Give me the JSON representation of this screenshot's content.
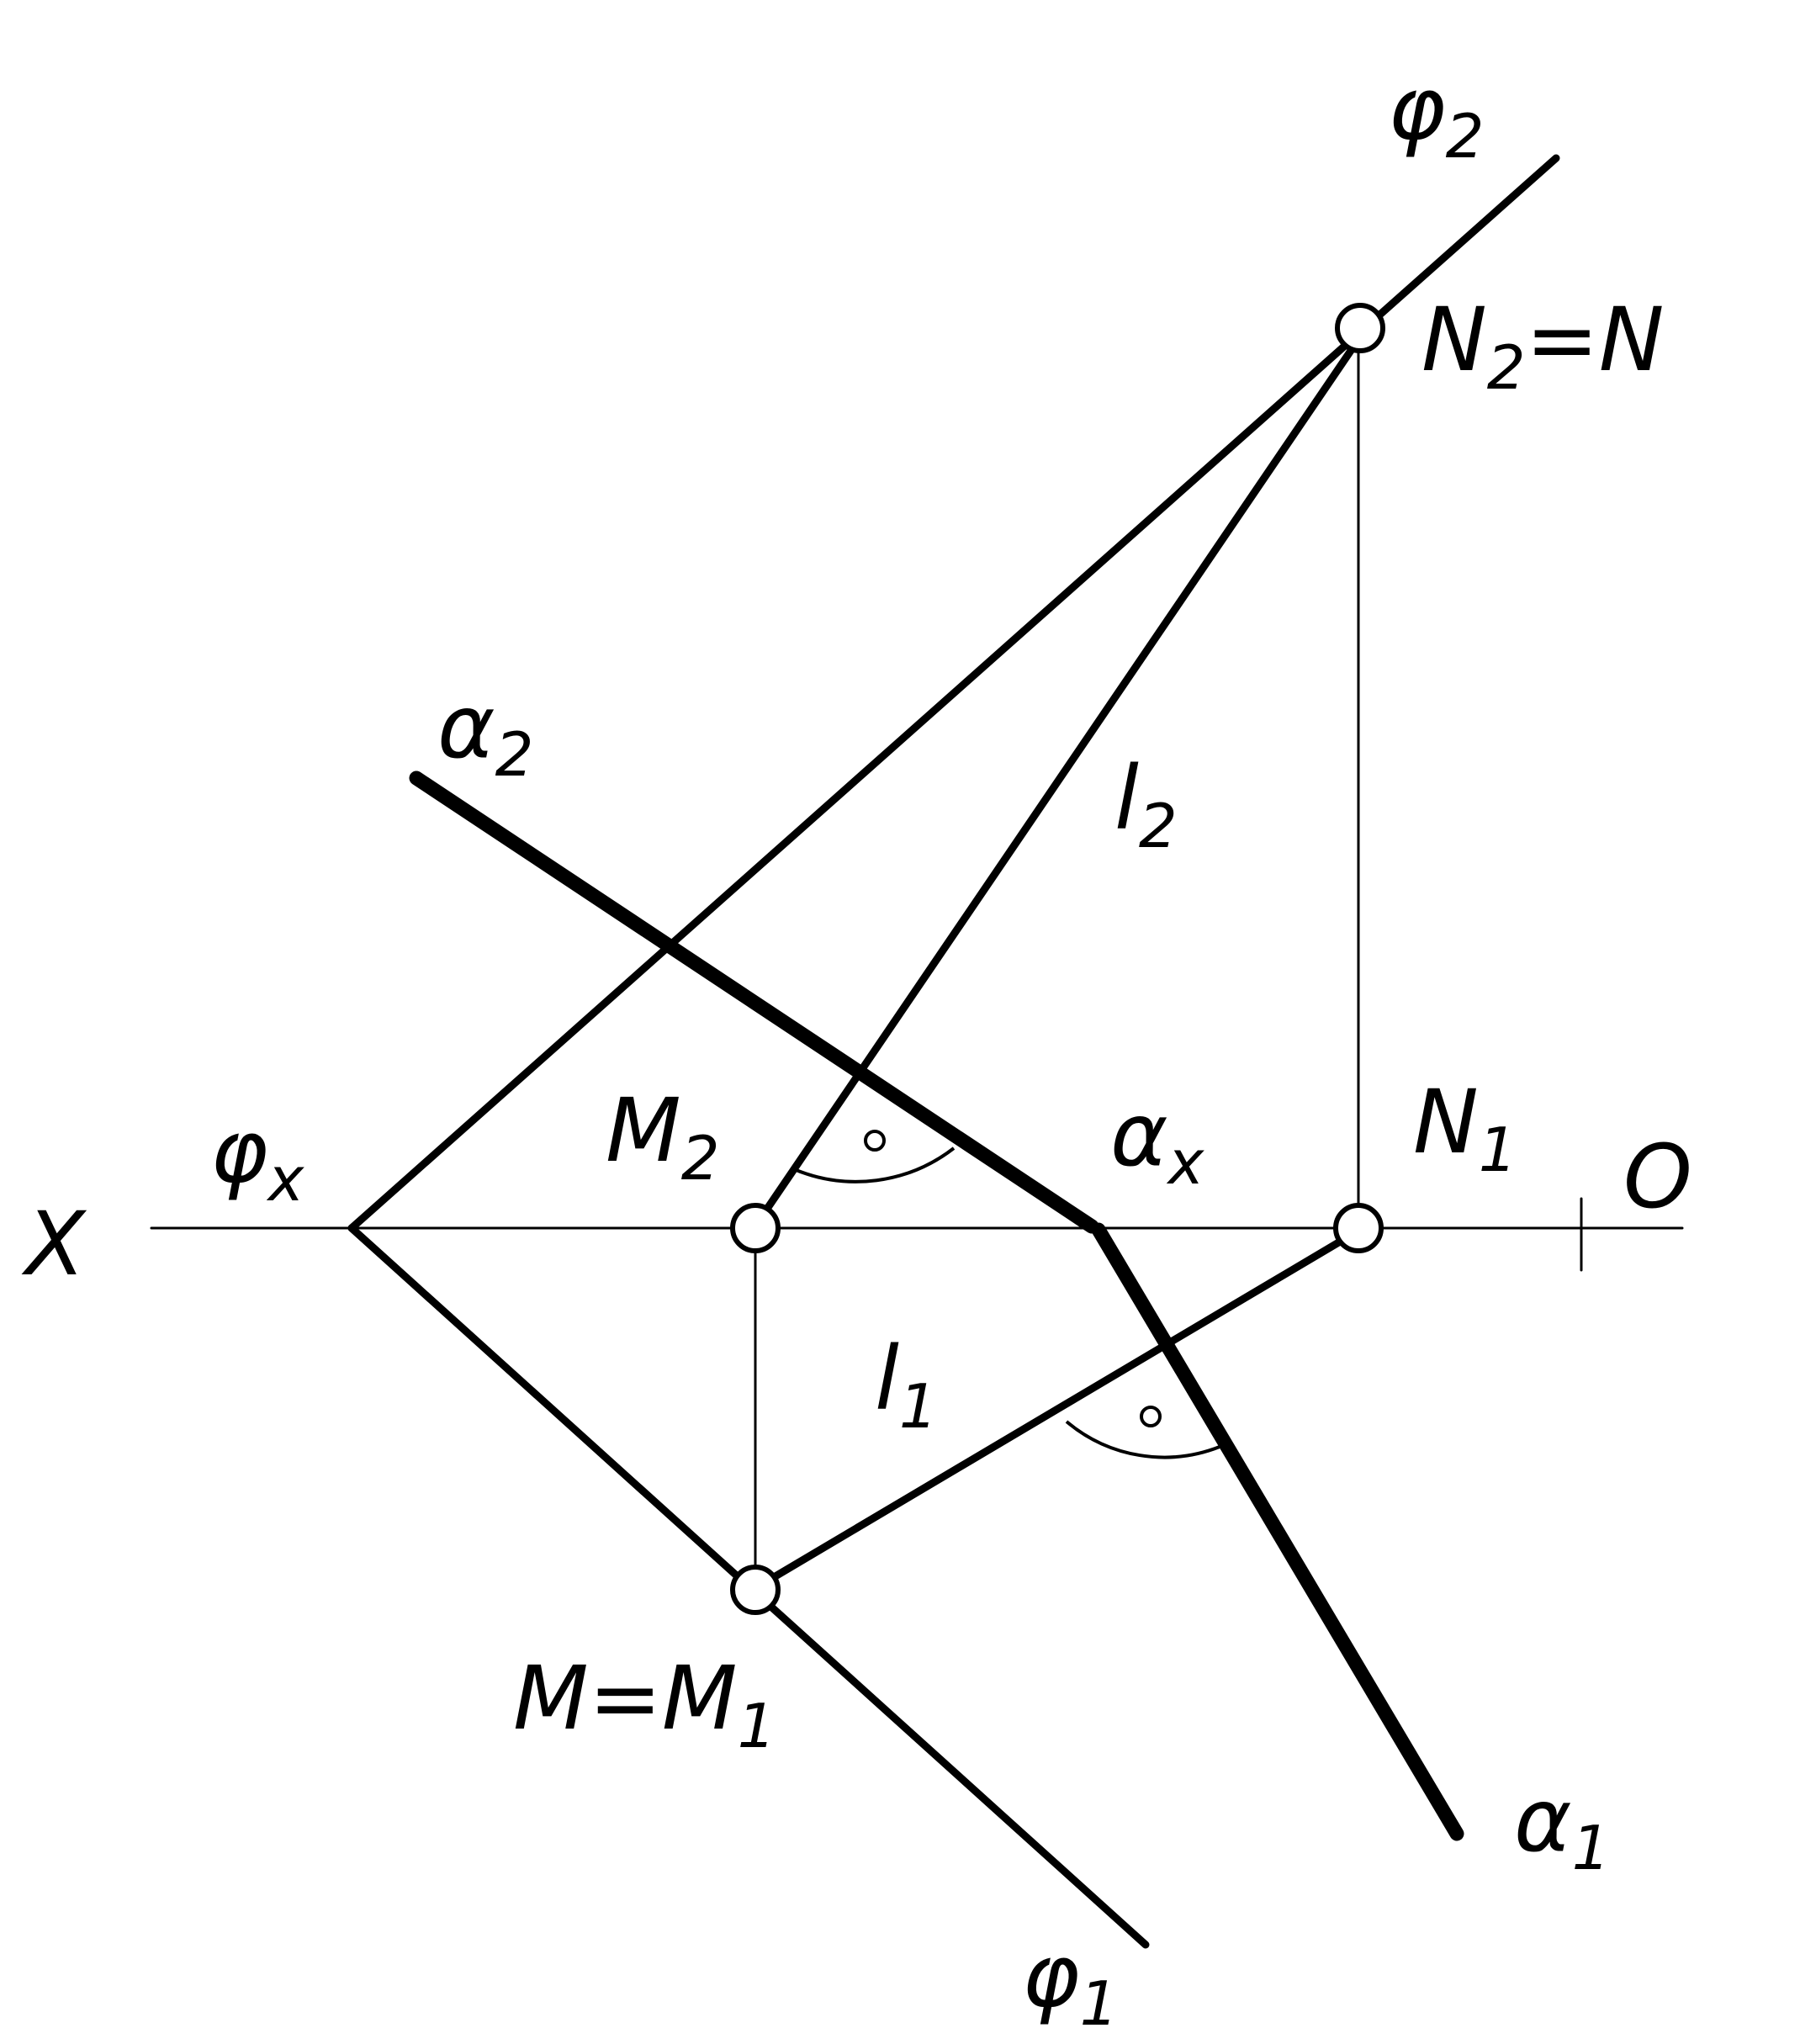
{
  "diagram": {
    "axis": {
      "start": "X",
      "end": "O"
    },
    "planes": {
      "alpha_front": {
        "main": "α",
        "sub": "2"
      },
      "alpha_horizontal": {
        "main": "α",
        "sub": "1"
      },
      "alpha_axis": {
        "main": "α",
        "sub": "x"
      },
      "phi_front": {
        "main": "φ",
        "sub": "2"
      },
      "phi_horizontal": {
        "main": "φ",
        "sub": "1"
      },
      "phi_axis": {
        "main": "φ",
        "sub": "x"
      }
    },
    "lines": {
      "l_front": {
        "main": "l",
        "sub": "2"
      },
      "l_horizontal": {
        "main": "l",
        "sub": "1"
      }
    },
    "points": {
      "M2": {
        "main": "M",
        "sub": "2"
      },
      "N1": {
        "main": "N",
        "sub": "1"
      },
      "N2_eq_N": {
        "main": "N",
        "sub": "2",
        "suffix": "=N"
      },
      "M_eq_M1": {
        "prefix": "M=M",
        "sub": "1"
      }
    }
  }
}
